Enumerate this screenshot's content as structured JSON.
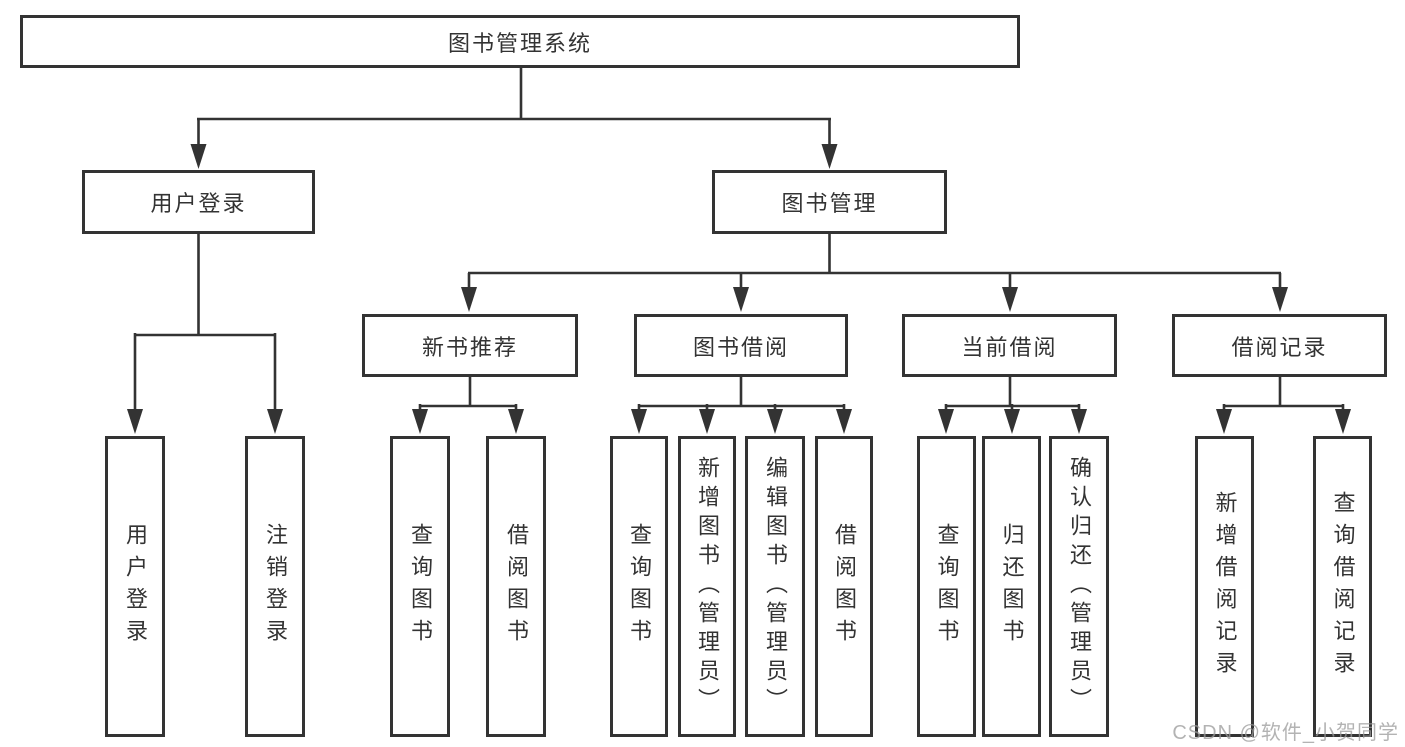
{
  "diagram": {
    "root": {
      "label": "图书管理系统"
    },
    "level2": [
      {
        "key": "user-login",
        "label": "用户登录"
      },
      {
        "key": "book-management",
        "label": "图书管理"
      }
    ],
    "level3": [
      {
        "key": "new-book-recommendation",
        "label": "新书推荐",
        "parent": "book-management"
      },
      {
        "key": "book-borrowing",
        "label": "图书借阅",
        "parent": "book-management"
      },
      {
        "key": "current-borrowing",
        "label": "当前借阅",
        "parent": "book-management"
      },
      {
        "key": "borrowing-records",
        "label": "借阅记录",
        "parent": "book-management"
      }
    ],
    "leaves": [
      {
        "label": "用户登录",
        "parent": "user-login"
      },
      {
        "label": "注销登录",
        "parent": "user-login"
      },
      {
        "label": "查询图书",
        "parent": "new-book-recommendation"
      },
      {
        "label": "借阅图书",
        "parent": "new-book-recommendation"
      },
      {
        "label": "查询图书",
        "parent": "book-borrowing"
      },
      {
        "label": "新增图书（管理员）",
        "parent": "book-borrowing"
      },
      {
        "label": "编辑图书（管理员）",
        "parent": "book-borrowing"
      },
      {
        "label": "借阅图书",
        "parent": "book-borrowing"
      },
      {
        "label": "查询图书",
        "parent": "current-borrowing"
      },
      {
        "label": "归还图书",
        "parent": "current-borrowing"
      },
      {
        "label": "确认归还（管理员）",
        "parent": "current-borrowing"
      },
      {
        "label": "新增借阅记录",
        "parent": "borrowing-records"
      },
      {
        "label": "查询借阅记录",
        "parent": "borrowing-records"
      }
    ]
  },
  "watermark": {
    "text": "CSDN @软件_小贺同学"
  },
  "colors": {
    "line": "#333333",
    "box_fill": "#ffffff",
    "text": "#333333",
    "watermark": "#9a9a9a",
    "bg": "#ffffff"
  }
}
